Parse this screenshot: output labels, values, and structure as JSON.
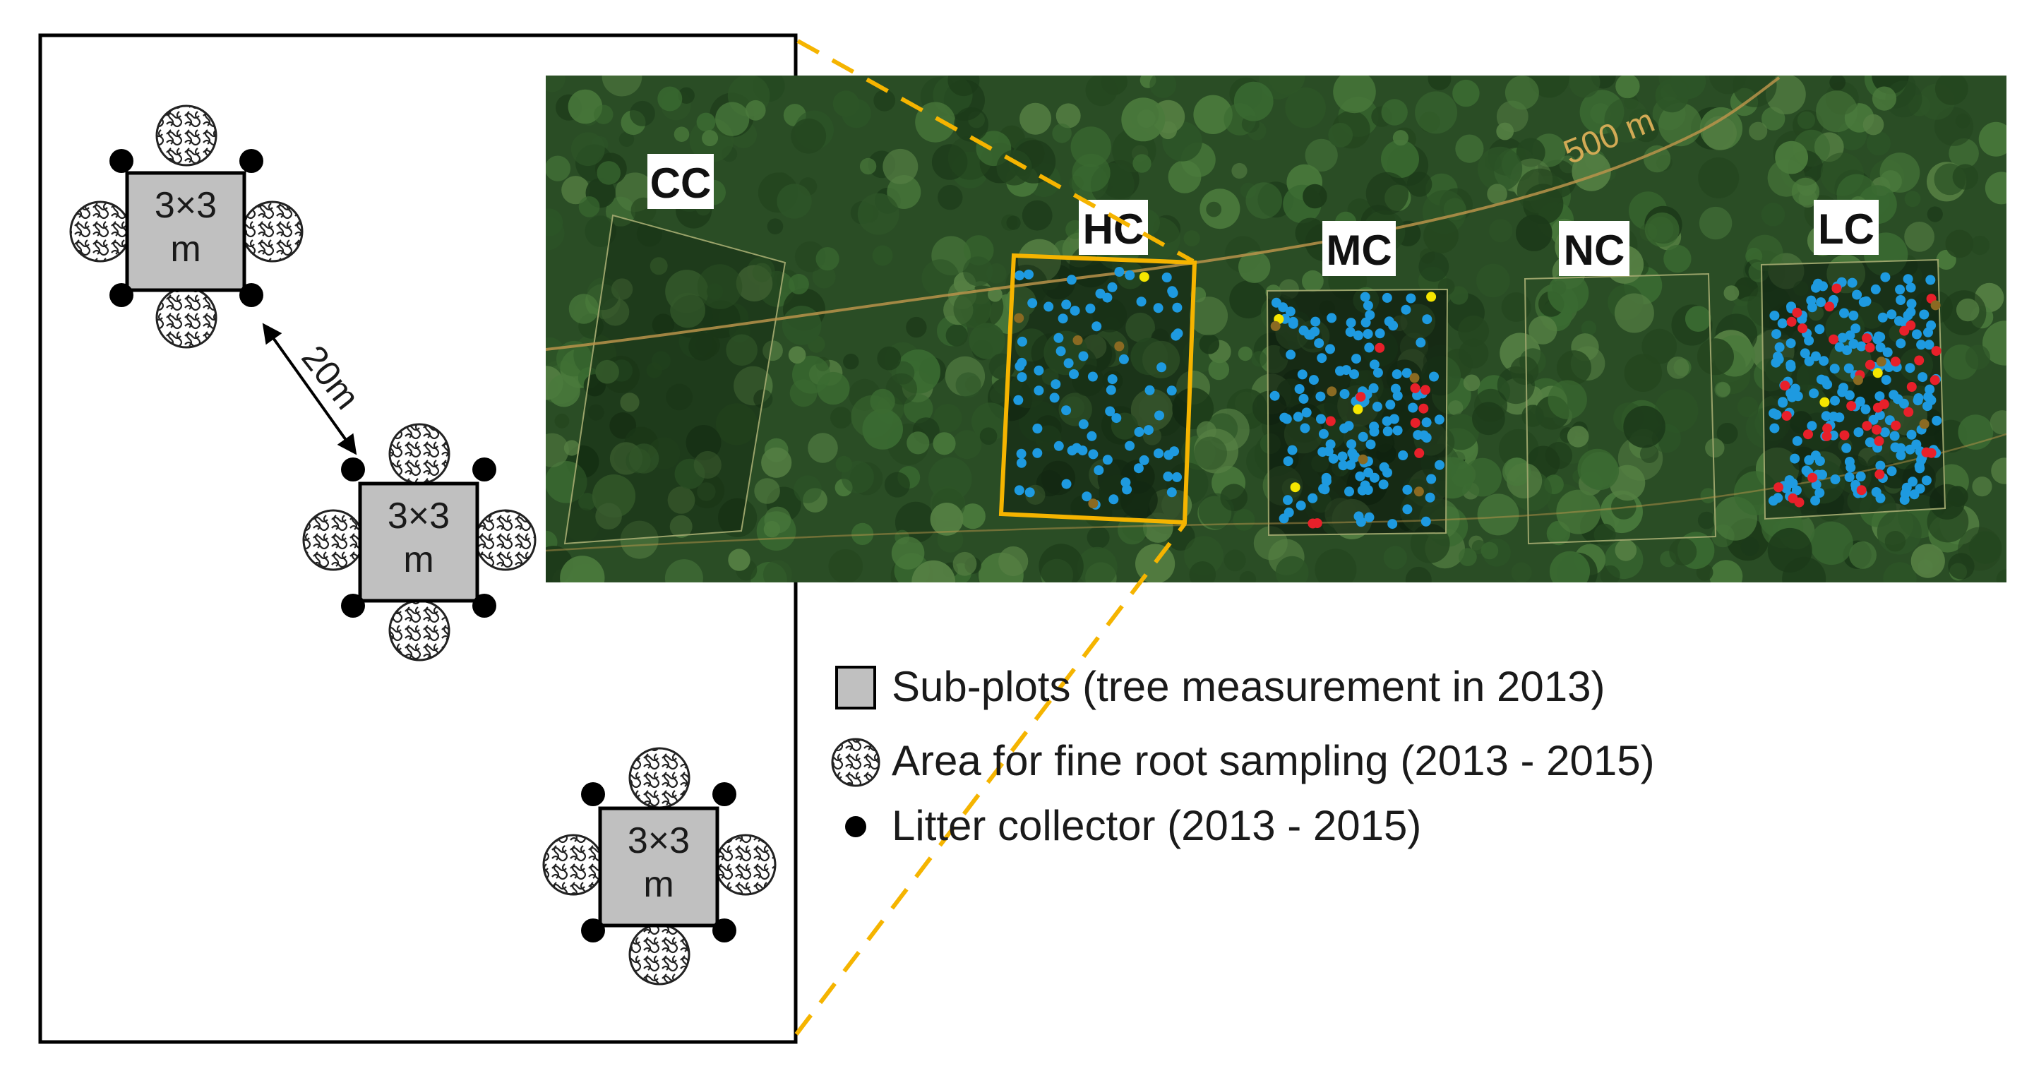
{
  "subplot": {
    "size_line1": "3×3",
    "size_line2": "m"
  },
  "distance_label": "20m",
  "contour_label": "500 m",
  "plots": [
    {
      "id": "CC",
      "label": "CC"
    },
    {
      "id": "HC",
      "label": "HC"
    },
    {
      "id": "MC",
      "label": "MC"
    },
    {
      "id": "NC",
      "label": "NC"
    },
    {
      "id": "LC",
      "label": "LC"
    }
  ],
  "legend": {
    "subplots": "Sub-plots (tree measurement  in 2013)",
    "root_area": "Area for fine root sampling (2013 - 2015)",
    "litter": "Litter collector (2013 - 2015)"
  },
  "colors": {
    "frame": "#000000",
    "subplot_fill": "#c0c0c0",
    "highlight": "#f5b400",
    "forest_dark": "#1f3a1c",
    "forest_mid": "#2f5a28",
    "contour": "#b8934a",
    "dot_blue": "#1e9ae0",
    "dot_red": "#e8202a",
    "dot_yellow": "#f5e600",
    "dot_brown": "#8a6a22"
  }
}
